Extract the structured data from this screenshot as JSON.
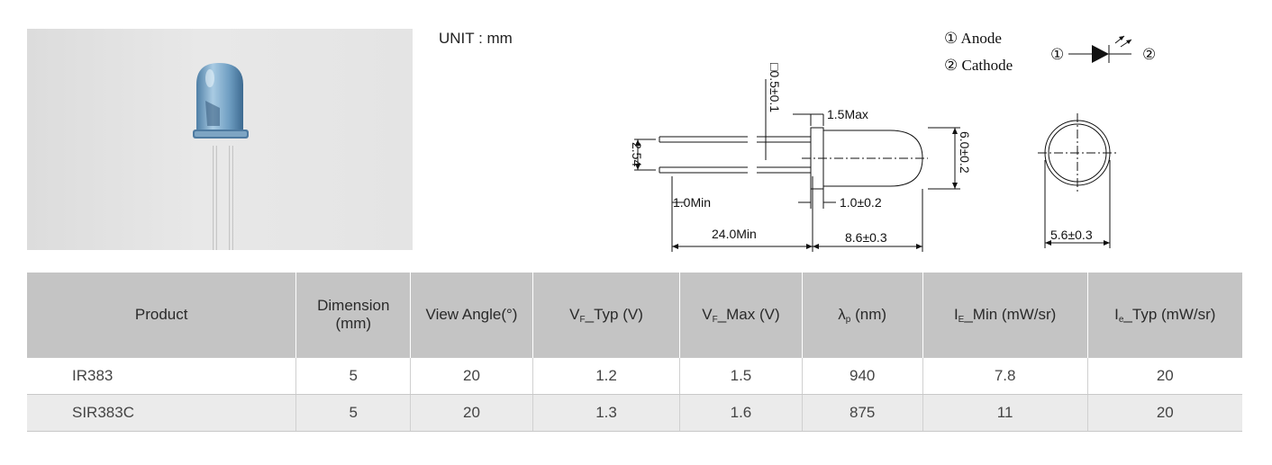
{
  "unit_label": "UNIT : mm",
  "pinout": {
    "anode": "① Anode",
    "cathode": "② Cathode",
    "symbol_left": "①",
    "symbol_right": "②"
  },
  "dimensions": {
    "lead_square": "□0.5±0.1",
    "flange_max": "1.5Max",
    "lead_spacing": "2.54",
    "body_diameter": "6.0±0.2",
    "lead_min": "1.0Min",
    "flange": "1.0±0.2",
    "lead_length": "24.0Min",
    "body_length": "8.6±0.3",
    "lens_diameter": "5.6±0.3"
  },
  "table": {
    "headers": [
      {
        "text": "Product"
      },
      {
        "text": "Dimension (mm)"
      },
      {
        "text": "View Angle(°)"
      },
      {
        "text": "V",
        "sub": "F",
        "rest": "_Typ (V)"
      },
      {
        "text": "V",
        "sub": "F",
        "rest": "_Max (V)"
      },
      {
        "text": "λ",
        "sub": "p",
        "rest": " (nm)"
      },
      {
        "text": "I",
        "sub": "E",
        "rest": "_Min (mW/sr)"
      },
      {
        "text": "I",
        "sub": "e",
        "rest": "_Typ (mW/sr)"
      }
    ],
    "rows": [
      [
        "IR383",
        "5",
        "20",
        "1.2",
        "1.5",
        "940",
        "7.8",
        "20"
      ],
      [
        "SIR383C",
        "5",
        "20",
        "1.3",
        "1.6",
        "875",
        "11",
        "20"
      ]
    ]
  },
  "colors": {
    "header_bg": "#c4c4c4",
    "row_alt_bg": "#ebebeb",
    "lens_blue": "#6f9ec2"
  }
}
